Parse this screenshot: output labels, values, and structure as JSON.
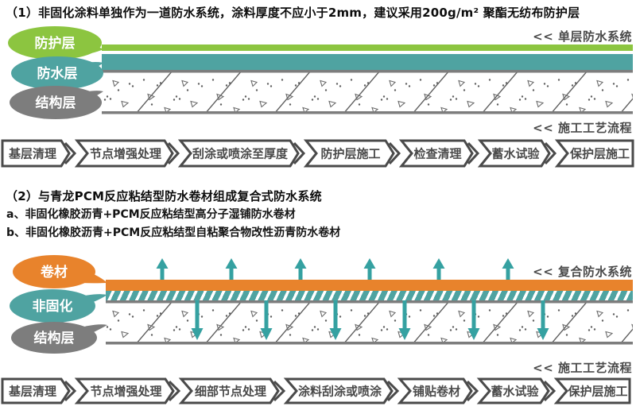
{
  "section1": {
    "title": "（1）非固化涂料单独作为一道防水系统，涂料厚度不应小于2mm，建议采用200g/m² 聚酯无纺布防护层",
    "system_label": "<< 单层防水系统",
    "process_label": "<< 施工工艺流程",
    "layers": [
      {
        "name": "防护层",
        "color": "#8CC540"
      },
      {
        "name": "防水层",
        "color": "#4FA3A1"
      },
      {
        "name": "结构层",
        "color": "#7D7D7D"
      }
    ],
    "flow": [
      "基层清理",
      "节点增强处理",
      "刮涂或喷涂至厚度",
      "防护层施工",
      "检查清理",
      "蓄水试验",
      "保护层施工"
    ]
  },
  "section2": {
    "title": "（2）与青龙PCM反应粘结型防水卷材组成复合式防水系统",
    "item_a": "a、非固化橡胶沥青+PCM反应粘结型高分子湿铺防水卷材",
    "item_b": "b、非固化橡胶沥青+PCM反应粘结型自粘聚合物改性沥青防水卷材",
    "system_label": "<< 复合防水系统",
    "process_label": "<< 施工工艺流程",
    "layers": [
      {
        "name": "卷材",
        "color": "#E8832C"
      },
      {
        "name": "非固化",
        "color": "#4FA3A1"
      },
      {
        "name": "结构层",
        "color": "#7D7D7D"
      }
    ],
    "flow": [
      "基层清理",
      "节点增强处理",
      "细部节点处理",
      "涂料刮涂或喷涂",
      "铺贴卷材",
      "蓄水试验",
      "保护层施工"
    ]
  },
  "colors": {
    "green": "#8CC540",
    "teal": "#4FA3A1",
    "gray": "#7D7D7D",
    "orange": "#E8832C",
    "arrow": "#35A1A1",
    "flow_border": "#4A4A4A"
  }
}
